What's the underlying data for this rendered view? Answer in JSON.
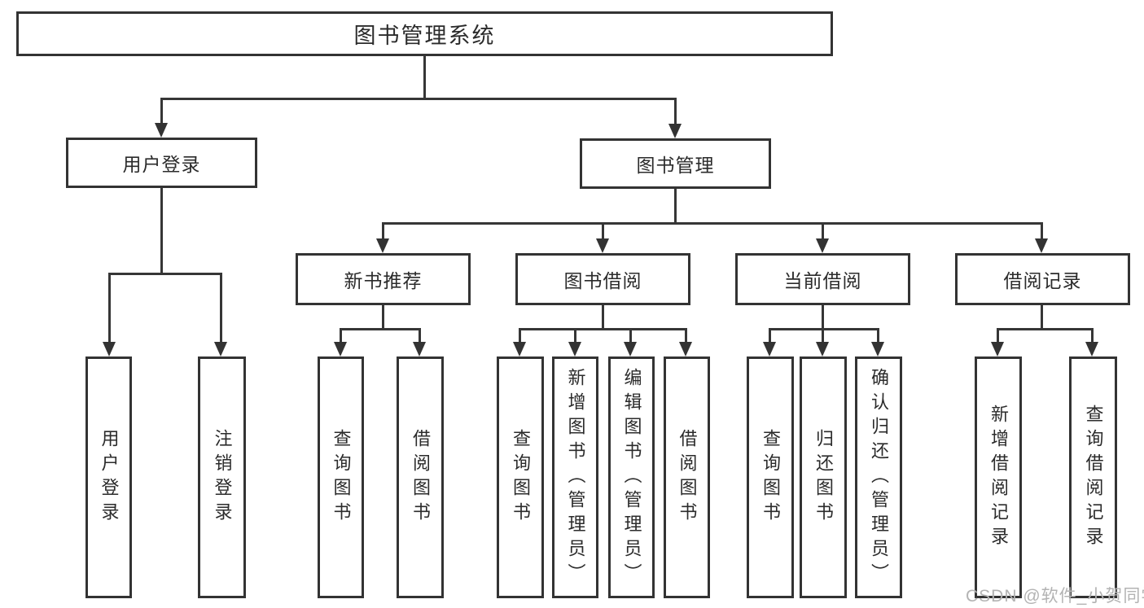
{
  "diagram": {
    "title": "图书管理系统",
    "nodes": {
      "root": "图书管理系统",
      "user_login": "用户登录",
      "book_mgmt": "图书管理",
      "new_books": "新书推荐",
      "book_borrow": "图书借阅",
      "current_borrow": "当前借阅",
      "borrow_records": "借阅记录",
      "ul_login": "用户登录",
      "ul_logout": "注销登录",
      "nb_query": "查询图书",
      "nb_borrow": "借阅图书",
      "bb_query": "查询图书",
      "bb_add": "新增图书（管理员）",
      "bb_edit": "编辑图书（管理员）",
      "bb_borrow": "借阅图书",
      "cb_query": "查询图书",
      "cb_return": "归还图书",
      "cb_confirm": "确认归还（管理员）",
      "br_add": "新增借阅记录",
      "br_query": "查询借阅记录"
    },
    "colors": {
      "line": "#363636",
      "border": "#333333",
      "text": "#2b2b2b",
      "watermark": "#b3b3b3",
      "background": "#ffffff"
    },
    "watermark": "CSDN @软件_小贺同学"
  }
}
